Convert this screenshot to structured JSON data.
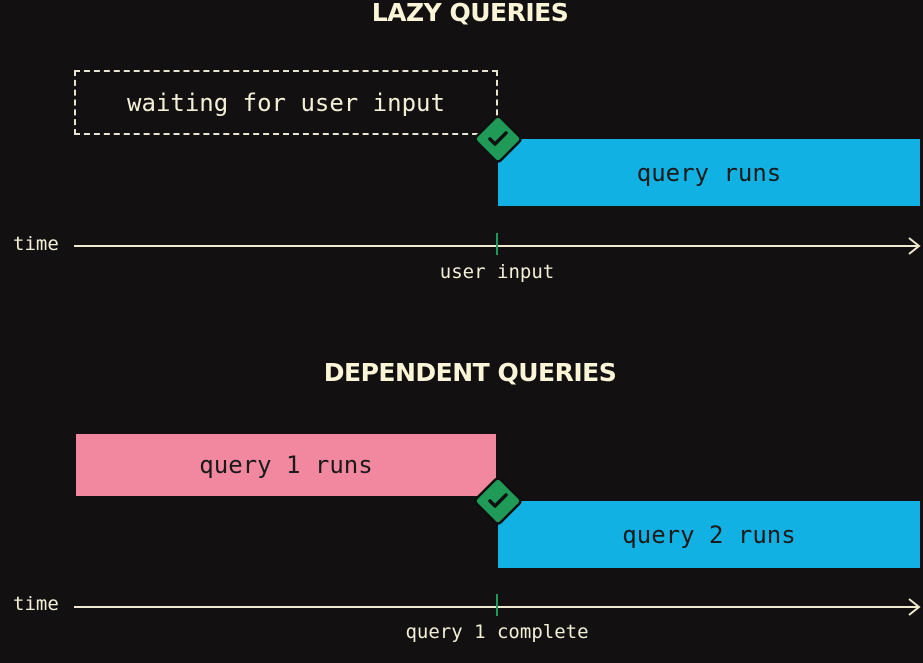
{
  "sections": [
    {
      "title": "LAZY QUERIES",
      "first_box": "waiting for user input",
      "second_box": "query runs",
      "axis_label": "time",
      "event_label": "user input"
    },
    {
      "title": "DEPENDENT QUERIES",
      "first_box": "query 1 runs",
      "second_box": "query 2 runs",
      "axis_label": "time",
      "event_label": "query 1 complete"
    }
  ],
  "icons": {
    "event": "check-icon",
    "axis_end": "arrow-right-icon"
  },
  "colors": {
    "background": "#121011",
    "text": "#f3efd6",
    "query_blue": "#12b1e3",
    "query_pink": "#f2889f",
    "check_green": "#1f9a57",
    "dashed_border": "#e8e4cf"
  }
}
